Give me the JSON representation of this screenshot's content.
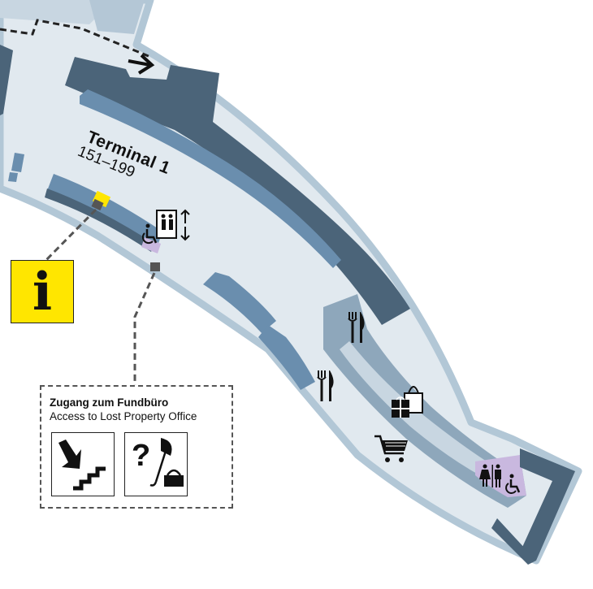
{
  "map": {
    "terminal_name": "Terminal 1",
    "terminal_range": "151–199",
    "info_symbol": "i",
    "lost_property": {
      "label_de": "Zugang zum Fundbüro",
      "label_en": "Access to Lost Property Office"
    },
    "icons": [
      "direction-arrow-icon",
      "elevator-icon",
      "wheelchair-icon",
      "restaurant-icon",
      "gift-shop-icon",
      "shopping-cart-icon",
      "toilets-icon",
      "stairs-down-icon",
      "lost-property-icon",
      "information-icon"
    ],
    "colors": {
      "terminal_floor": "#e1e9ef",
      "terminal_outline": "#b2c7d6",
      "dark_block": "#4b6479",
      "mid_block": "#6a8eae",
      "corridor": "#8ea7bb",
      "accent_purple": "#c9b8df",
      "info_yellow": "#ffe600"
    }
  }
}
